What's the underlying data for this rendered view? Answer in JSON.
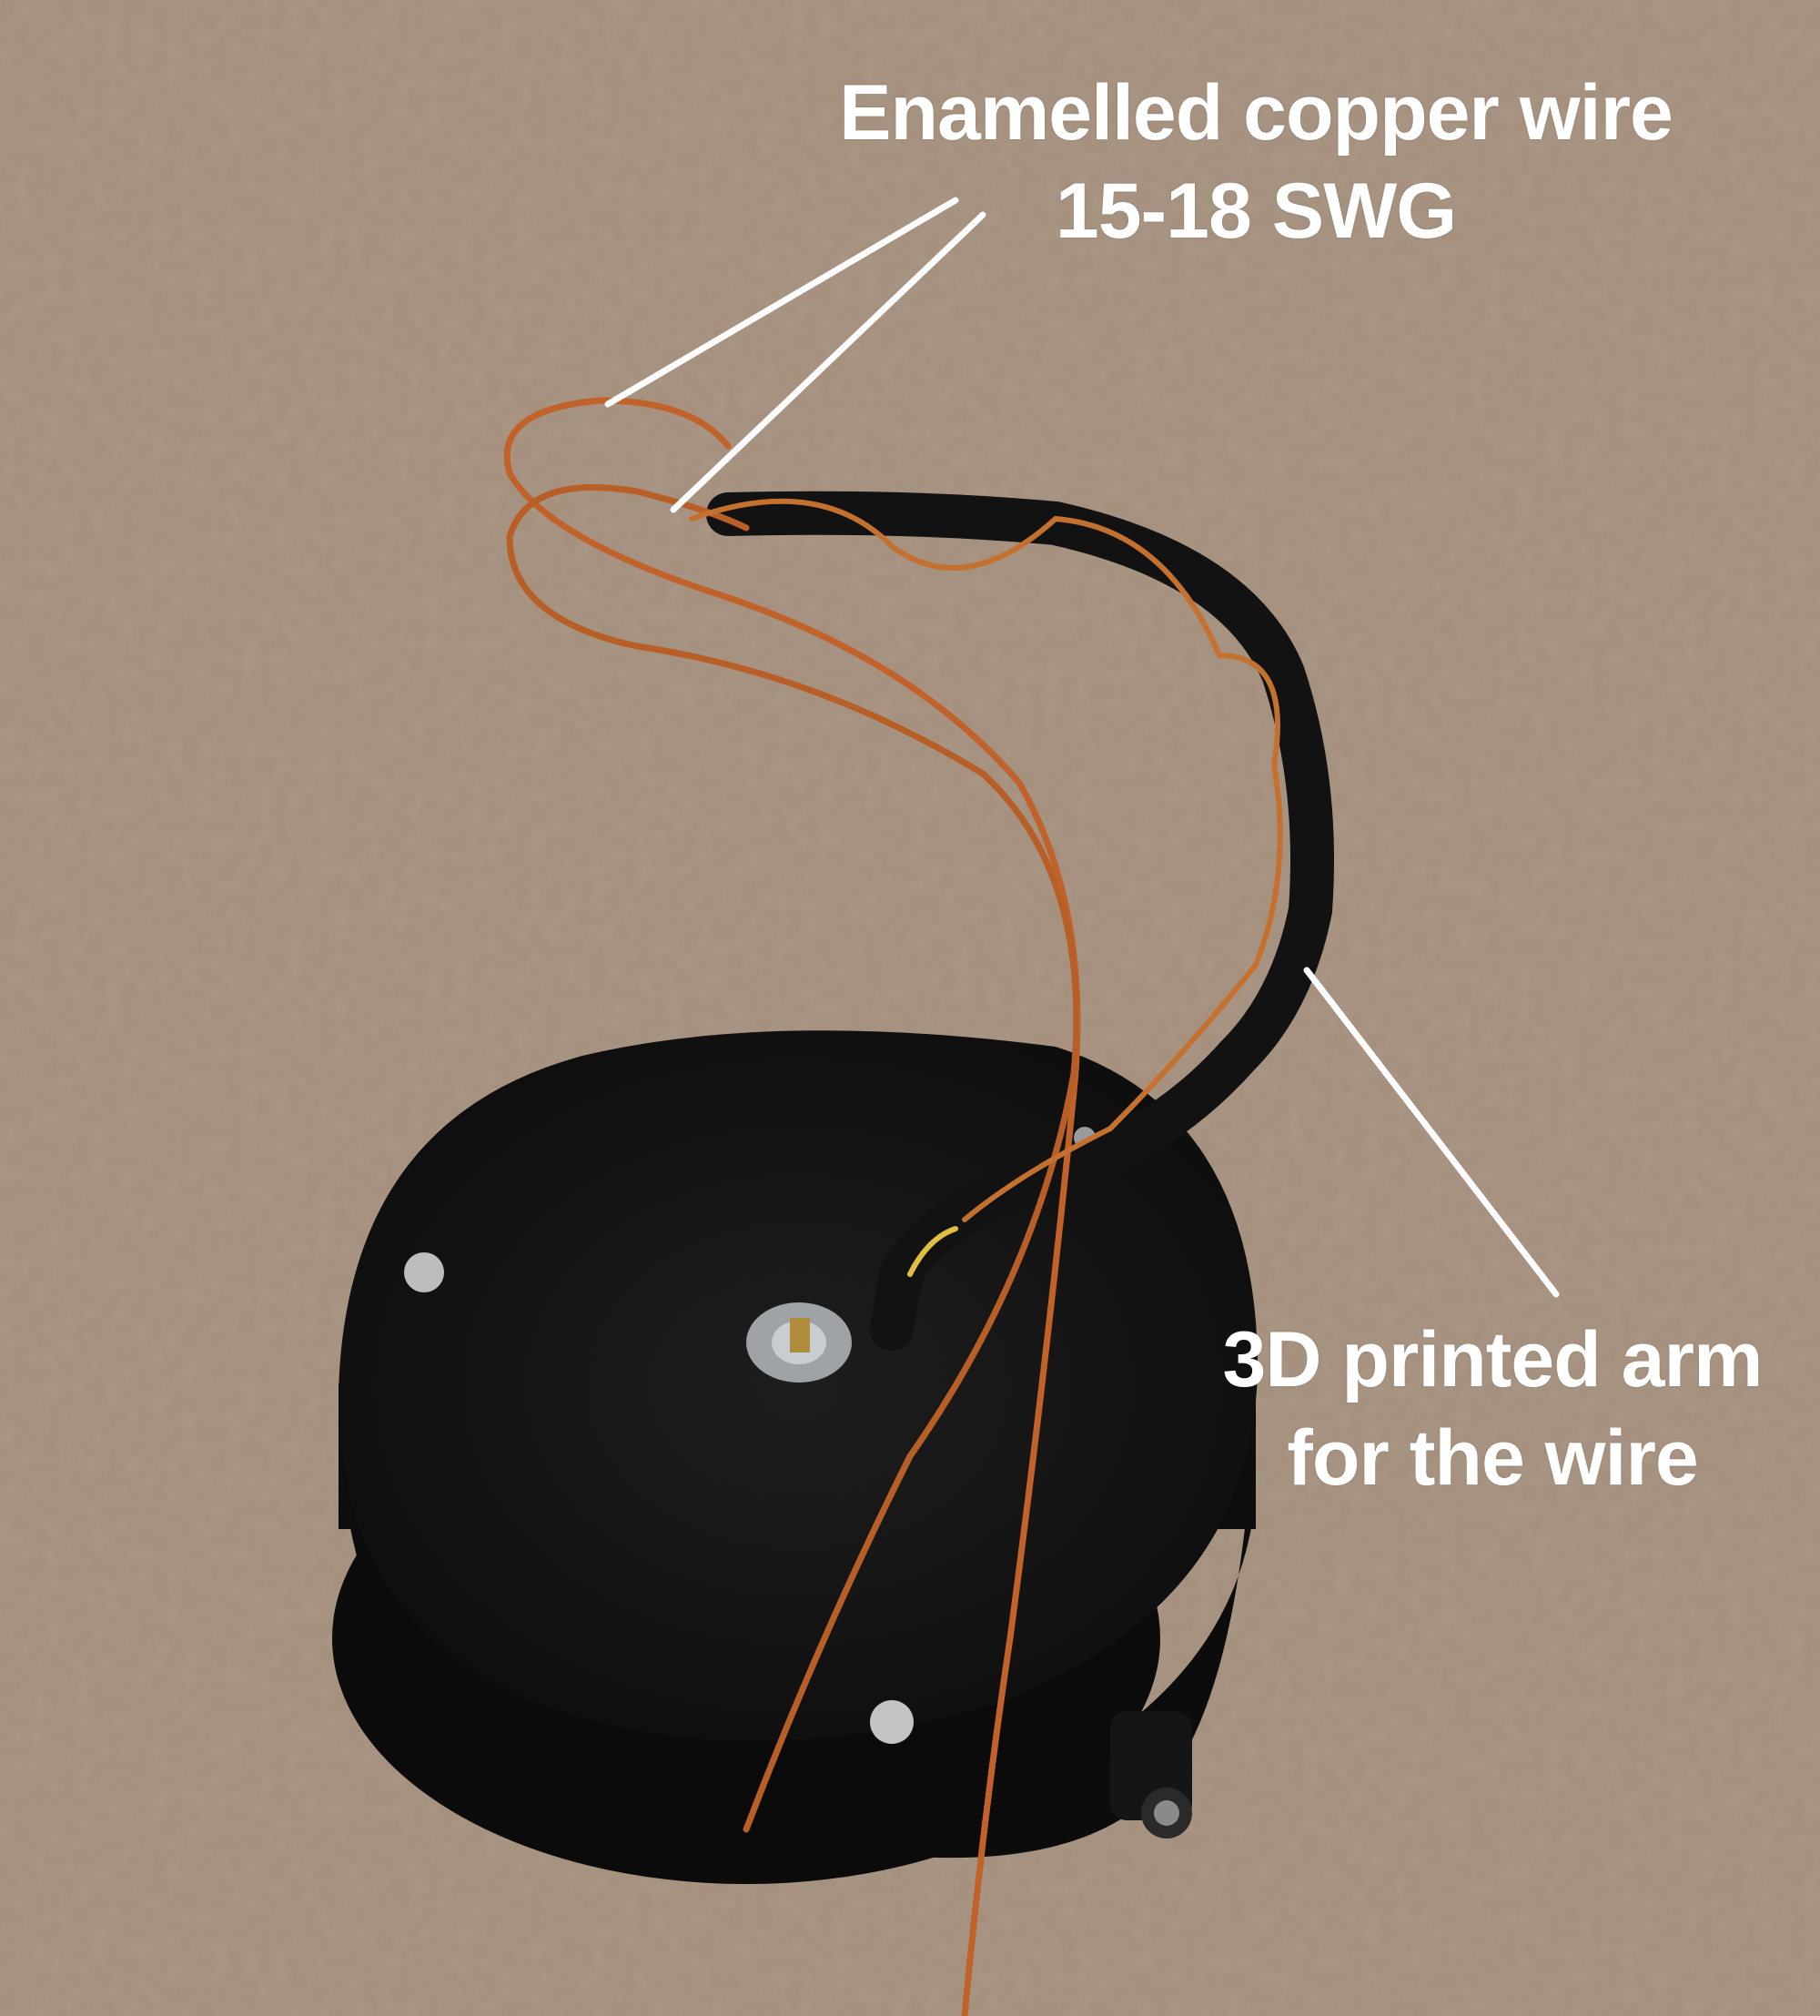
{
  "annotations": {
    "wire": {
      "line1": "Enamelled copper wire",
      "line2": "15-18 SWG"
    },
    "arm": {
      "line1": "3D printed arm",
      "line2": "for the wire"
    }
  },
  "colors": {
    "carpet": "#a08a78",
    "base": "#151515",
    "copper": "#c8682a",
    "label": "#ffffff"
  }
}
